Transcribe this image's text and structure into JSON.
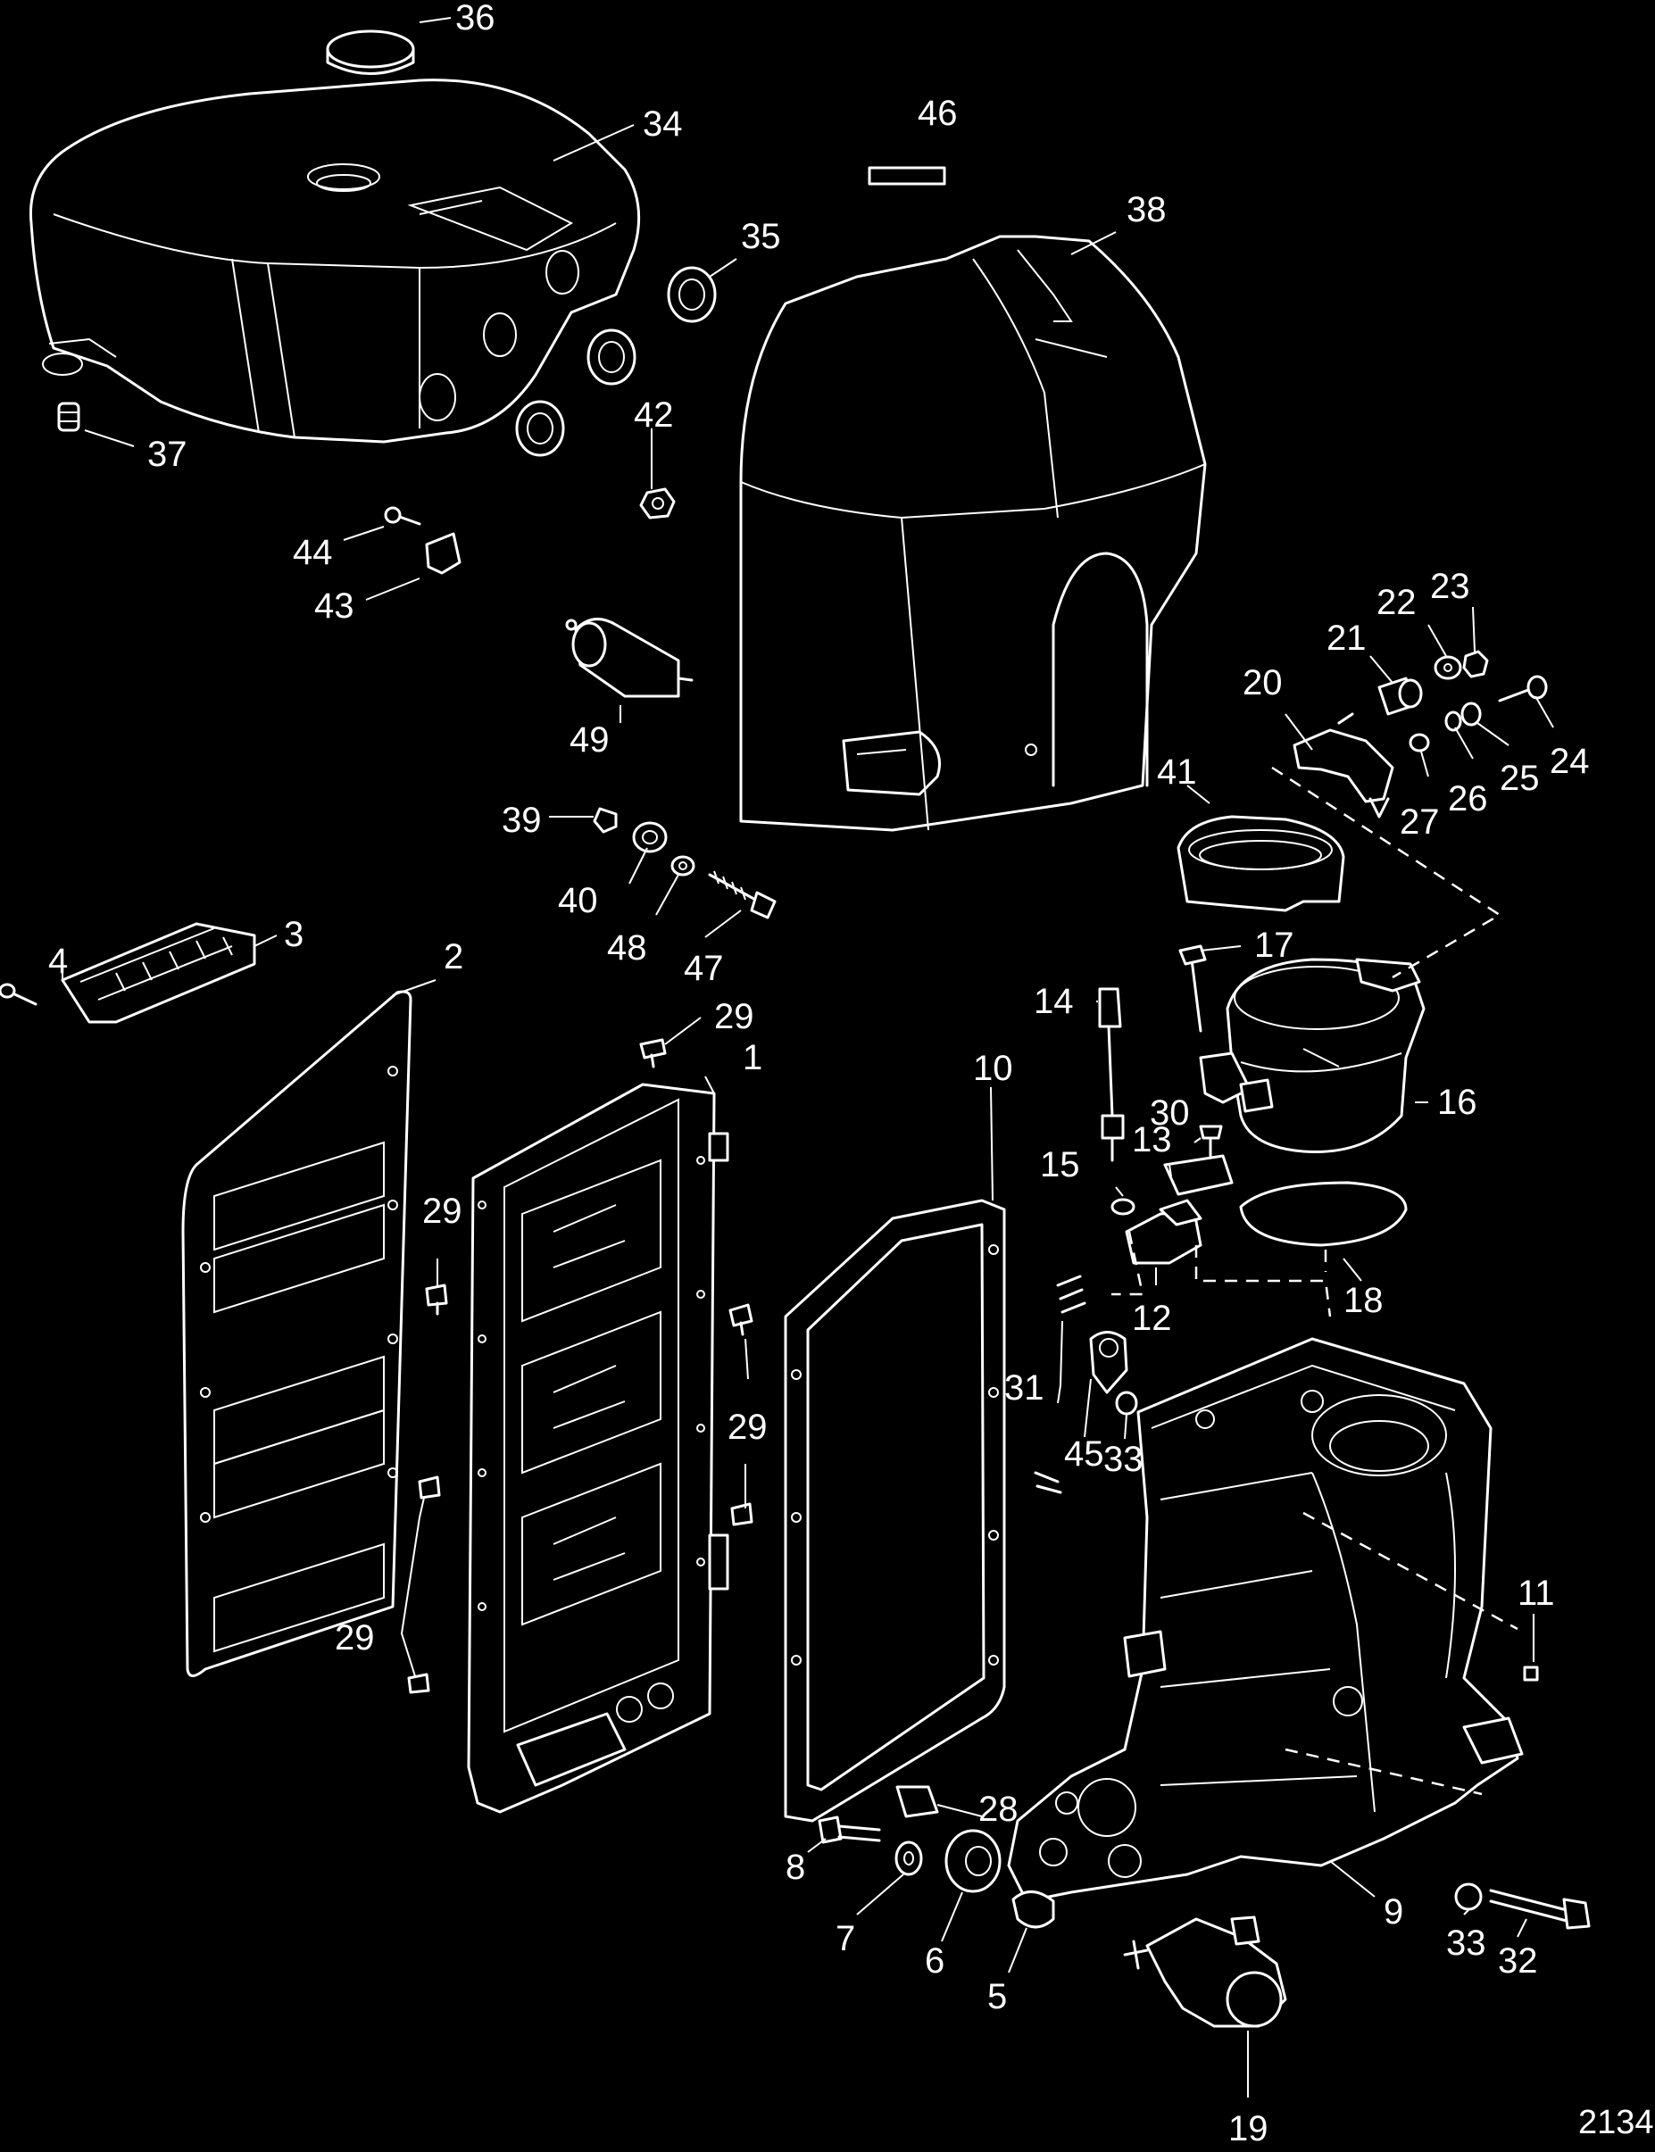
{
  "figure_number": "2134",
  "callouts": {
    "c1": "1",
    "c2": "2",
    "c3": "3",
    "c4": "4",
    "c5": "5",
    "c6": "6",
    "c7": "7",
    "c8": "8",
    "c9": "9",
    "c10": "10",
    "c11": "11",
    "c12": "12",
    "c13": "13",
    "c14": "14",
    "c15": "15",
    "c16": "16",
    "c17": "17",
    "c18": "18",
    "c19": "19",
    "c20": "20",
    "c21": "21",
    "c22": "22",
    "c23": "23",
    "c24": "24",
    "c25": "25",
    "c26": "26",
    "c27": "27",
    "c28": "28",
    "c29a": "29",
    "c29b": "29",
    "c29c": "29",
    "c29d": "29",
    "c30": "30",
    "c31": "31",
    "c32": "32",
    "c33a": "33",
    "c33b": "33",
    "c34": "34",
    "c35": "35",
    "c36": "36",
    "c37": "37",
    "c38": "38",
    "c39": "39",
    "c40": "40",
    "c41": "41",
    "c42": "42",
    "c43": "43",
    "c44": "44",
    "c45": "45",
    "c46": "46",
    "c47": "47",
    "c48": "48",
    "c49": "49"
  }
}
